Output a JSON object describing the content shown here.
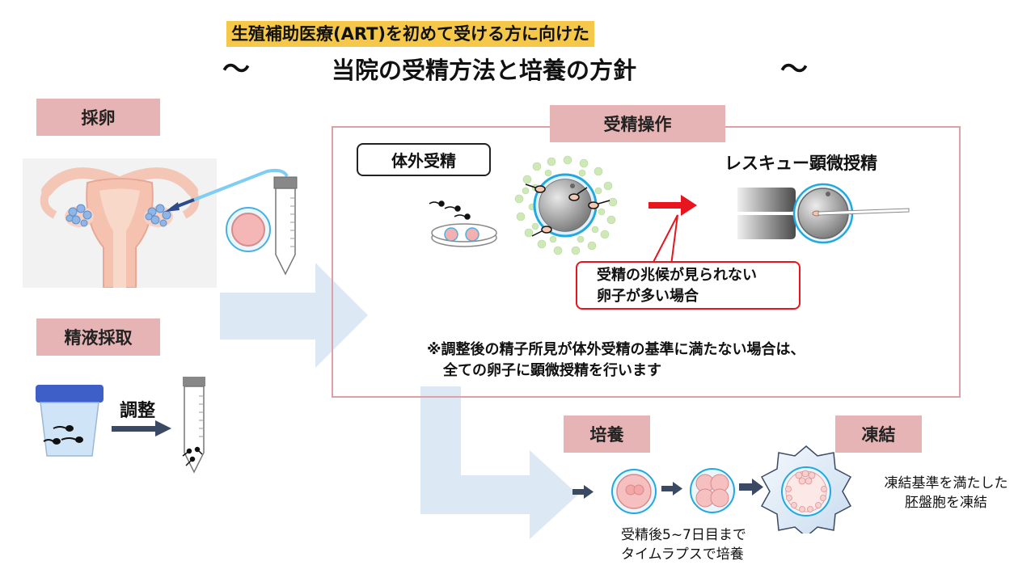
{
  "header": {
    "subtitle": "生殖補助医療(ART)を初めて受ける方に向けた",
    "tilde_left": "〜",
    "title": "当院の受精方法と培養の方針",
    "tilde_right": "〜",
    "subtitle_highlight_color": "#f5c84a"
  },
  "left": {
    "egg_retrieval_label": "採卵",
    "semen_label": "精液採取",
    "adjust_label": "調整"
  },
  "fertilization": {
    "section_label": "受精操作",
    "ivf_label": "体外受精",
    "icsi_label": "レスキュー顕微授精",
    "callout_line1": "受精の兆候が見られない",
    "callout_line2": "卵子が多い場合",
    "note_line1": "※調整後の精子所見が体外受精の基準に満たない場合は、",
    "note_line2": "全ての卵子に顕微授精を行います",
    "accent_color": "#e8141e",
    "frame_color": "#e0a0a6"
  },
  "culture": {
    "culture_label": "培養",
    "freeze_label": "凍結",
    "culture_note_line1": "受精後5~7日目まで",
    "culture_note_line2": "タイムラプスで培養",
    "freeze_note_line1": "凍結基準を満たした",
    "freeze_note_line2": "胚盤胞を凍結"
  },
  "colors": {
    "label_bg": "#e6b4b4",
    "flow_arrow": "#dce8f4",
    "dark_arrow": "#3a4a64"
  }
}
